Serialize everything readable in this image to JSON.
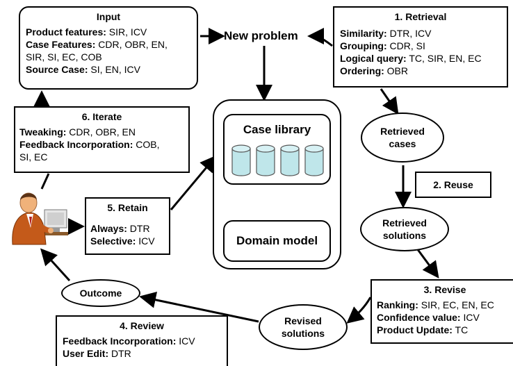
{
  "input": {
    "title": "Input",
    "lines": [
      {
        "bold": "Product features:",
        "text": " SIR, ICV"
      },
      {
        "bold": "Case Features:",
        "text": " CDR, OBR, EN,"
      },
      {
        "bold": "",
        "text": "SIR, SI, EC, COB"
      },
      {
        "bold": "Source Case:",
        "text": " SI, EN, ICV"
      }
    ]
  },
  "new_problem": "New problem",
  "retrieval": {
    "title": "1. Retrieval",
    "lines": [
      {
        "bold": "Similarity:",
        "text": " DTR, ICV"
      },
      {
        "bold": "Grouping:",
        "text": " CDR, SI"
      },
      {
        "bold": "Logical query:",
        "text": " TC, SIR, EN, EC"
      },
      {
        "bold": "Ordering:",
        "text": " OBR"
      }
    ]
  },
  "retrieved_cases": {
    "line1": "Retrieved",
    "line2": "cases"
  },
  "reuse": {
    "title": "2. Reuse"
  },
  "retrieved_solutions": {
    "line1": "Retrieved",
    "line2": "solutions"
  },
  "revise": {
    "title": "3. Revise",
    "lines": [
      {
        "bold": "Ranking:",
        "text": " SIR, EC, EN, EC"
      },
      {
        "bold": "Confidence value:",
        "text": " ICV"
      },
      {
        "bold": "Product Update:",
        "text": " TC"
      }
    ]
  },
  "revised_solutions": {
    "line1": "Revised",
    "line2": "solutions"
  },
  "review": {
    "title": "4. Review",
    "lines": [
      {
        "bold": "Feedback Incorporation:",
        "text": " ICV"
      },
      {
        "bold": "User Edit:",
        "text": " DTR"
      }
    ]
  },
  "outcome": "Outcome",
  "retain": {
    "title": "5. Retain",
    "lines": [
      {
        "bold": "Always:",
        "text": " DTR"
      },
      {
        "bold": "Selective:",
        "text": " ICV"
      }
    ]
  },
  "iterate": {
    "title": "6. Iterate",
    "lines": [
      {
        "bold": "Tweaking:",
        "text": " CDR, OBR, EN"
      },
      {
        "bold": "Feedback Incorporation:",
        "text": " COB,"
      },
      {
        "bold": "",
        "text": "SI, EC"
      }
    ]
  },
  "case_library": "Case library",
  "domain_model": "Domain model",
  "colors": {
    "cylinder": "#bfe6ea",
    "skin": "#f0b27a",
    "suit": "#c45a1a"
  }
}
